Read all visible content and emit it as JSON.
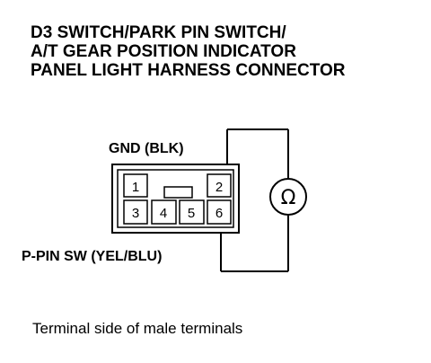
{
  "title": {
    "line1": "D3 SWITCH/PARK PIN SWITCH/",
    "line2": "A/T GEAR POSITION INDICATOR",
    "line3": "PANEL LIGHT HARNESS CONNECTOR"
  },
  "connector": {
    "pins": [
      "1",
      "2",
      "3",
      "4",
      "5",
      "6"
    ]
  },
  "labels": {
    "gnd": "GND (BLK)",
    "ppin": "P-PIN SW (YEL/BLU)"
  },
  "meter": {
    "symbol": "Ω",
    "icon": "ohmmeter-icon"
  },
  "caption": "Terminal side of male terminals"
}
